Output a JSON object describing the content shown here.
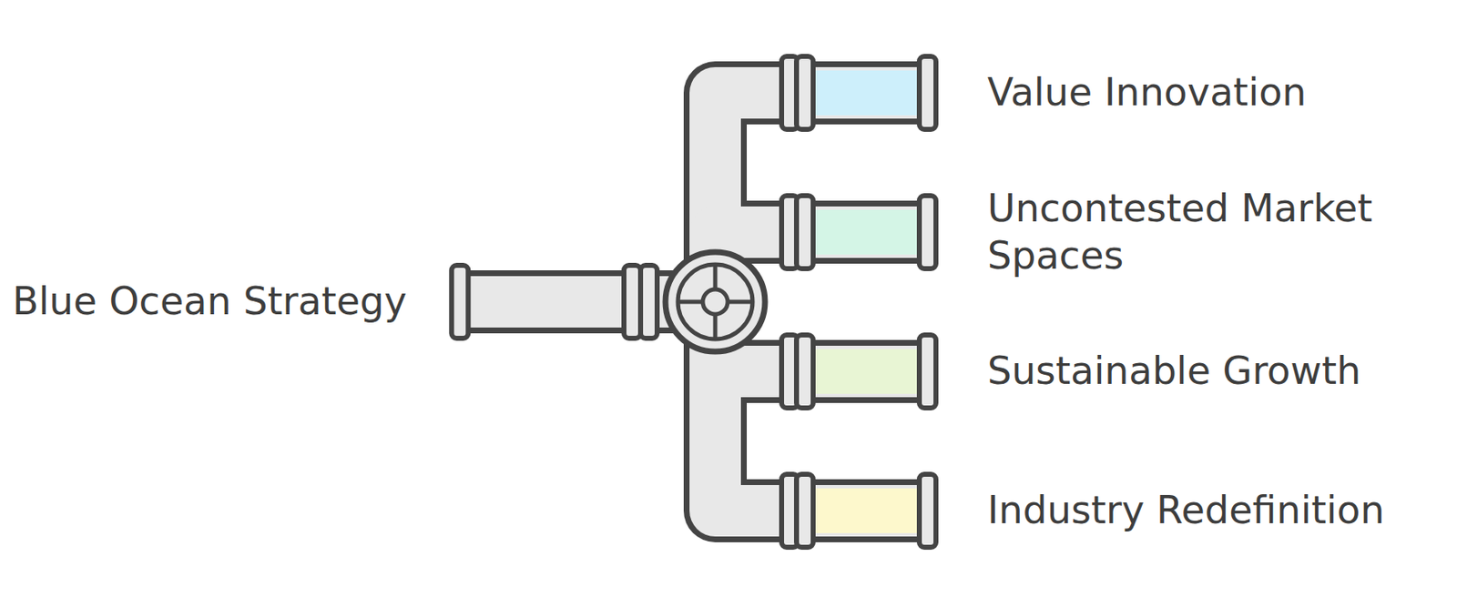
{
  "diagram": {
    "nodes": [
      {
        "text": [
          "Blue Ocean Strategy"
        ]
      },
      {
        "text": [
          "Value Innovation"
        ]
      },
      {
        "text": [
          "Uncontested Market Spaces"
        ]
      },
      {
        "text": [
          "Sustainable Growth"
        ]
      },
      {
        "text": [
          "Industry Redefinition"
        ]
      }
    ],
    "edges": [
      {
        "from": 0,
        "to": 1,
        "arrow": "none"
      },
      {
        "from": 0,
        "to": 2,
        "arrow": "none"
      },
      {
        "from": 0,
        "to": 3,
        "arrow": "none"
      },
      {
        "from": 0,
        "to": 4,
        "arrow": "none"
      }
    ]
  }
}
